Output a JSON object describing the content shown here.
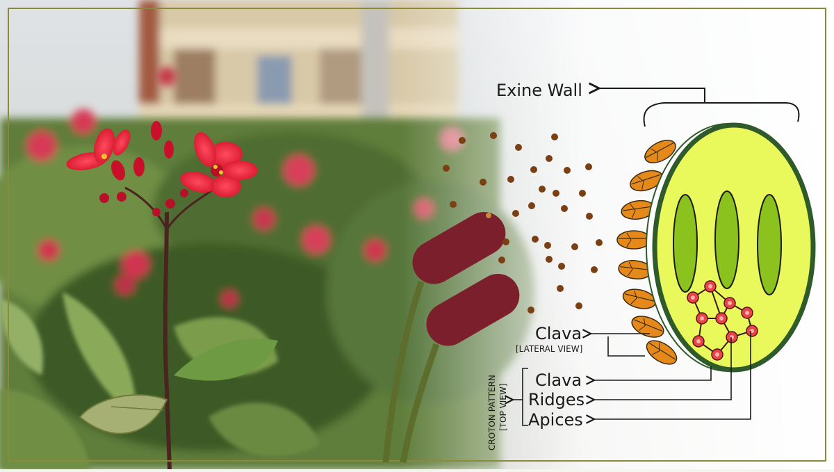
{
  "labels": {
    "exine_wall": "Exine Wall",
    "clava_lateral": "Clava",
    "clava_lateral_sub": "[LATERAL VIEW]",
    "croton_pattern": "CROTON PATTERN",
    "croton_pattern_sub": "[TOP VIEW]",
    "clava": "Clava",
    "ridges": "Ridges",
    "apices": "Apices"
  },
  "colors": {
    "frame": "#8a8a3a",
    "pollen_fill": "#e9f95c",
    "pollen_outline": "#2f5a2a",
    "aperture": "#8cc21e",
    "clava_spike": "#e58a1a",
    "anther": "#7b1f2c",
    "filament": "#5d6e2c",
    "pollen_dot": "#7a3f12",
    "ridge_node": "#e8444a",
    "flower": "#e8243c",
    "arrow": "#1a1a1a"
  }
}
